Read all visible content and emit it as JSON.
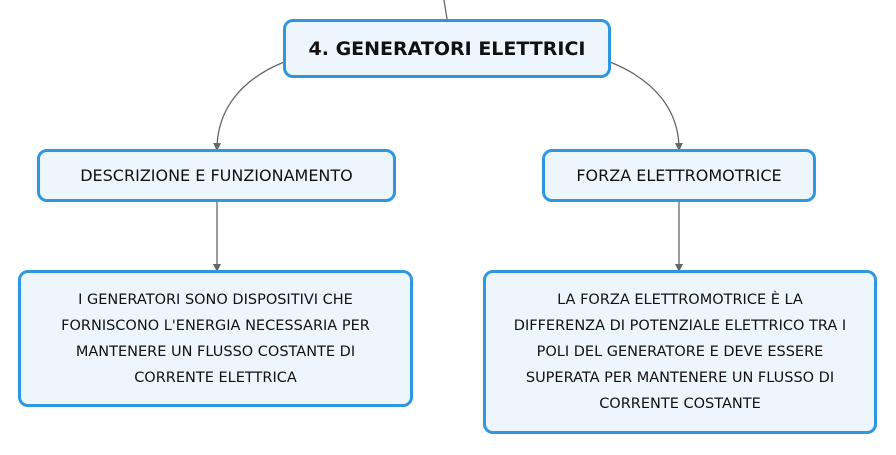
{
  "root": {
    "title": "4. GENERATORI ELETTRICI"
  },
  "branches": [
    {
      "title": "DESCRIZIONE E FUNZIONAMENTO",
      "detail": "I GENERATORI SONO DISPOSITIVI CHE\nFORNISCONO L'ENERGIA NECESSARIA PER\nMANTENERE UN FLUSSO COSTANTE DI\nCORRENTE ELETTRICA"
    },
    {
      "title": "FORZA ELETTROMOTRICE",
      "detail": "LA FORZA ELETTROMOTRICE È LA\nDIFFERENZA DI POTENZIALE ELETTRICO TRA I\nPOLI DEL GENERATORE E DEVE ESSERE\nSUPERATA PER MANTENERE UN FLUSSO DI\nCORRENTE COSTANTE"
    }
  ],
  "colors": {
    "node_border": "#2f97e0",
    "node_fill": "#eef6fd",
    "connector": "#666666"
  }
}
